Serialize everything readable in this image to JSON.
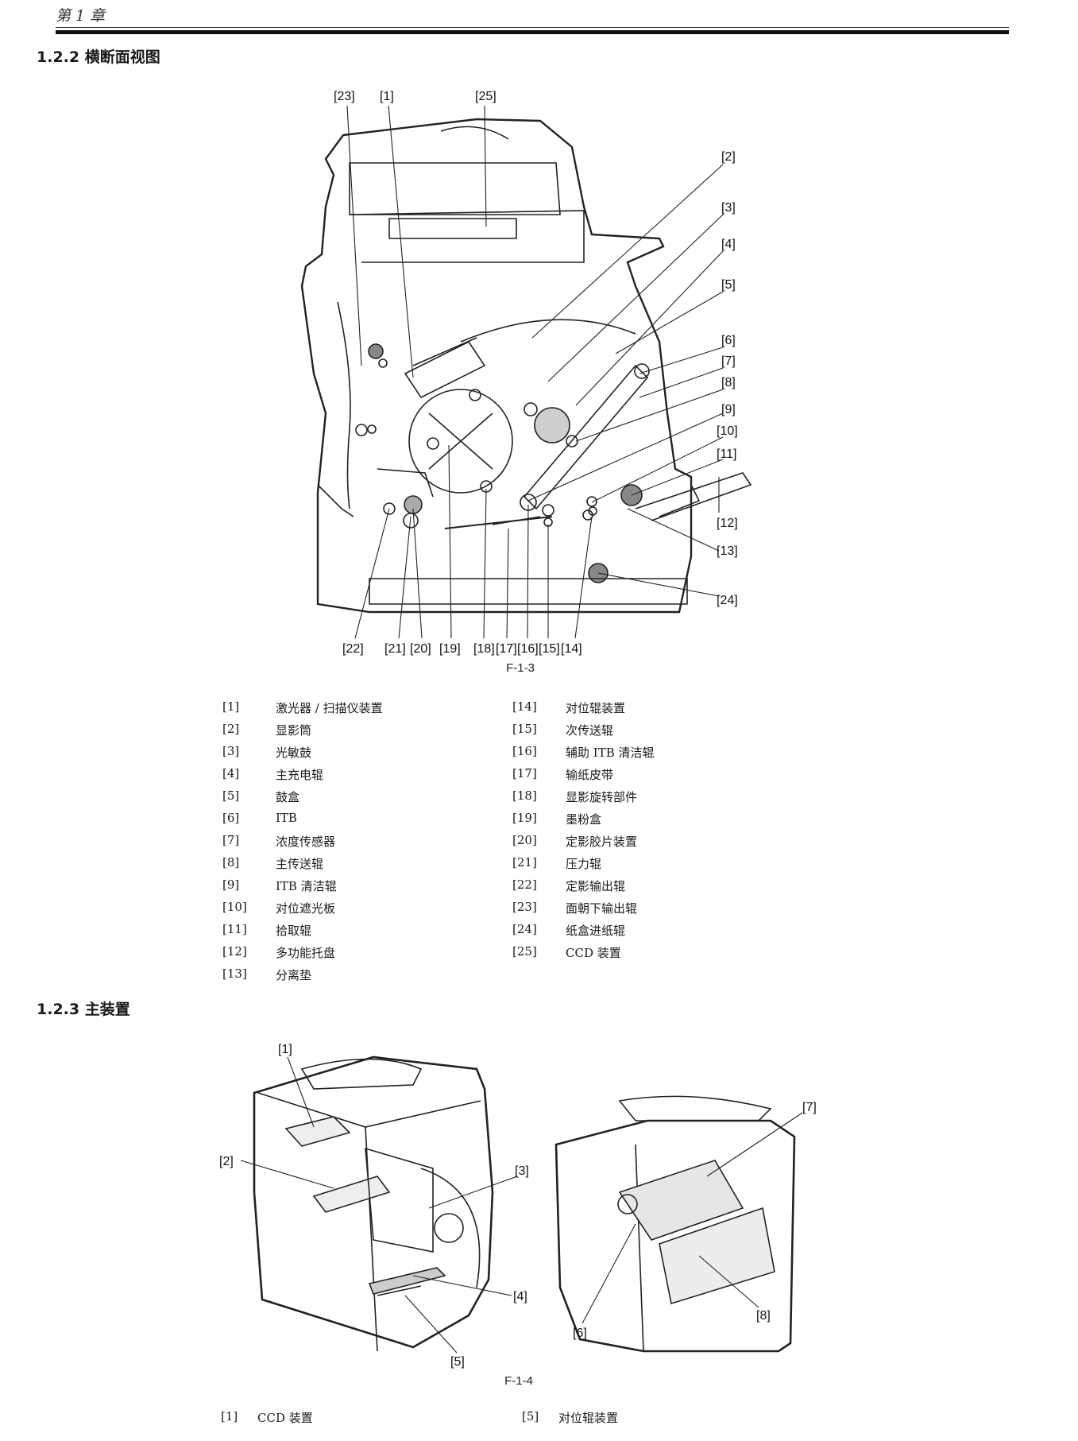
{
  "header": {
    "chapter": "第 1 章"
  },
  "sections": [
    {
      "title": "1.2.2 横断面视图"
    },
    {
      "title": "1.2.3 主装置"
    }
  ],
  "figure1": {
    "caption": "F-1-3",
    "callouts": [
      "[1]",
      "[2]",
      "[3]",
      "[4]",
      "[5]",
      "[6]",
      "[7]",
      "[8]",
      "[9]",
      "[10]",
      "[11]",
      "[12]",
      "[13]",
      "[14]",
      "[15]",
      "[16]",
      "[17]",
      "[18]",
      "[19]",
      "[20]",
      "[21]",
      "[22]",
      "[23]",
      "[24]",
      "[25]"
    ]
  },
  "legend1": {
    "left": [
      {
        "num": "[1]",
        "text": "激光器 / 扫描仪装置"
      },
      {
        "num": "[2]",
        "text": "显影筒"
      },
      {
        "num": "[3]",
        "text": "光敏鼓"
      },
      {
        "num": "[4]",
        "text": "主充电辊"
      },
      {
        "num": "[5]",
        "text": "鼓盒"
      },
      {
        "num": "[6]",
        "text": "ITB"
      },
      {
        "num": "[7]",
        "text": "浓度传感器"
      },
      {
        "num": "[8]",
        "text": "主传送辊"
      },
      {
        "num": "[9]",
        "text": "ITB 清洁辊"
      },
      {
        "num": "[10]",
        "text": "对位遮光板"
      },
      {
        "num": "[11]",
        "text": "拾取辊"
      },
      {
        "num": "[12]",
        "text": "多功能托盘"
      },
      {
        "num": "[13]",
        "text": "分离垫"
      }
    ],
    "right": [
      {
        "num": "[14]",
        "text": "对位辊装置"
      },
      {
        "num": "[15]",
        "text": "次传送辊"
      },
      {
        "num": "[16]",
        "text": "辅助 ITB 清洁辊"
      },
      {
        "num": "[17]",
        "text": "输纸皮带"
      },
      {
        "num": "[18]",
        "text": "显影旋转部件"
      },
      {
        "num": "[19]",
        "text": "墨粉盒"
      },
      {
        "num": "[20]",
        "text": "定影胶片装置"
      },
      {
        "num": "[21]",
        "text": "压力辊"
      },
      {
        "num": "[22]",
        "text": "定影输出辊"
      },
      {
        "num": "[23]",
        "text": "面朝下输出辊"
      },
      {
        "num": "[24]",
        "text": "纸盒进纸辊"
      },
      {
        "num": "[25]",
        "text": "CCD 装置"
      }
    ]
  },
  "figure2": {
    "caption": "F-1-4",
    "callouts": [
      "[1]",
      "[2]",
      "[3]",
      "[4]",
      "[5]",
      "[6]",
      "[7]",
      "[8]"
    ]
  },
  "legend2": {
    "left": [
      {
        "num": "[1]",
        "text": "CCD 装置"
      }
    ],
    "right": [
      {
        "num": "[5]",
        "text": "对位辊装置"
      }
    ]
  }
}
